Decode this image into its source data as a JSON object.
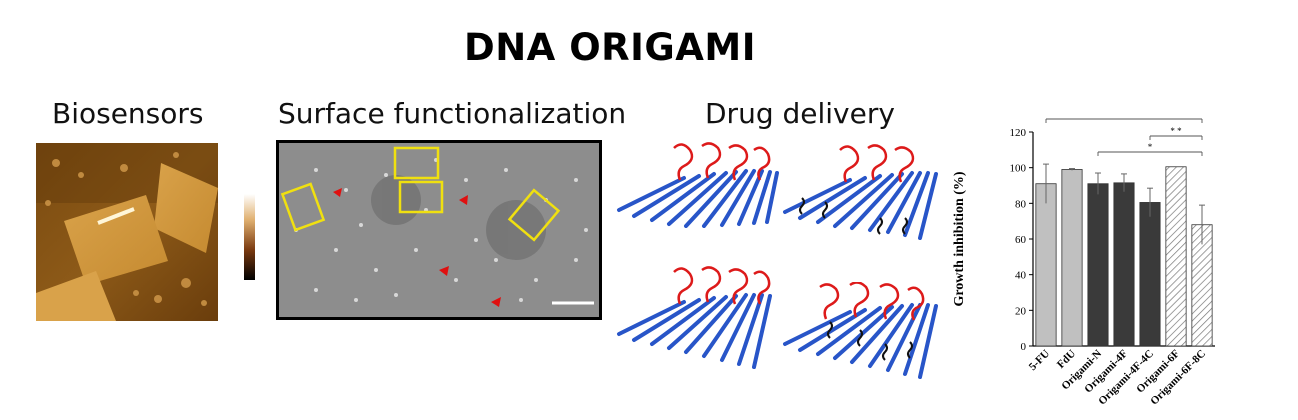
{
  "title": "DNA ORIGAMI",
  "sections": {
    "biosensors": "Biosensors",
    "surface": "Surface functionalization",
    "drug": "Drug delivery"
  },
  "chart_data": {
    "type": "bar",
    "categories": [
      "5-FU",
      "FdU",
      "Origami-N",
      "Origami-4F",
      "Origami-4F-4C",
      "Origami-6F",
      "Origami-6F-8C"
    ],
    "values": [
      91,
      99,
      91,
      91.5,
      80.5,
      100.5,
      68
    ],
    "errors": [
      11,
      0.5,
      6,
      5,
      8,
      0,
      11
    ],
    "fills": [
      "#c0c0c0",
      "#c0c0c0",
      "#3a3a3a",
      "#3a3a3a",
      "#3a3a3a",
      "hatch",
      "hatch"
    ],
    "ylabel": "Growth  inhibition (%)",
    "ylim": [
      0,
      120
    ],
    "yticks": [
      0,
      20,
      40,
      60,
      80,
      100,
      120
    ],
    "significance": [
      {
        "from": "5-FU",
        "to": "Origami-6F-8C",
        "label": "* * *"
      },
      {
        "from": "Origami-4F-4C",
        "to": "Origami-6F-8C",
        "label": "* *"
      },
      {
        "from": "Origami-N",
        "to": "Origami-6F-8C",
        "label": "*"
      }
    ]
  }
}
